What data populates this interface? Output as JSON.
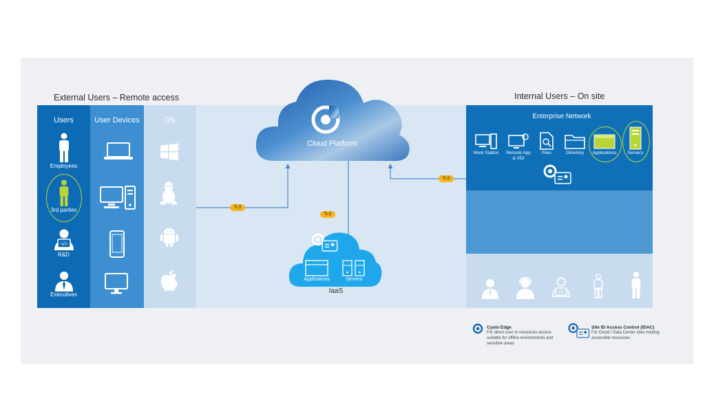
{
  "headings": {
    "external": "External Users – Remote access",
    "internal": "Internal Users – On site"
  },
  "columns": {
    "users": {
      "title": "Users",
      "items": [
        {
          "label": "Employees",
          "icon": "person-icon"
        },
        {
          "label": "3rd parties",
          "icon": "person-icon"
        },
        {
          "label": "R&D",
          "icon": "developer-icon"
        },
        {
          "label": "Executives",
          "icon": "executive-icon"
        }
      ]
    },
    "devices": {
      "title": "User Devices",
      "items": [
        "laptop-icon",
        "desktop-icon",
        "phone-icon",
        "monitor-icon"
      ]
    },
    "os": {
      "title": "OS",
      "items": [
        "windows-icon",
        "linux-icon",
        "android-icon",
        "apple-icon"
      ]
    }
  },
  "cloud": {
    "label": "Cloud Platform"
  },
  "iaas": {
    "label": "IaaS",
    "items": [
      {
        "label": "Applications",
        "icon": "application-window-icon"
      },
      {
        "label": "Servers",
        "icon": "server-rack-icon"
      }
    ]
  },
  "tls": {
    "label": "TLS"
  },
  "enterprise": {
    "title": "Enterprise Network",
    "items": [
      {
        "label": "Work Station",
        "icon": "workstation-icon"
      },
      {
        "label": "Remote App & VDI",
        "icon": "remote-app-icon"
      },
      {
        "label": "Files",
        "icon": "files-icon"
      },
      {
        "label": "Directory",
        "icon": "folder-icon"
      },
      {
        "label": "Applications",
        "icon": "application-window-icon"
      },
      {
        "label": "Servers",
        "icon": "server-icon"
      }
    ]
  },
  "internal_users": [
    "support-agent-icon",
    "headset-agent-icon",
    "developer-icon",
    "person-icon",
    "person-icon"
  ],
  "legend": [
    {
      "title": "Cyolo Edge",
      "text": "For direct user to resources access suitable  for offline environments and sensitive areas",
      "icon": "cyolo-edge-icon"
    },
    {
      "title": "Site ID Access Control (IDAC)",
      "text": "For Cloud / Data Center sites hosting accessible resources",
      "icon": "idac-icon"
    }
  ],
  "colors": {
    "users_col": "#0d6bb5",
    "devices_col": "#3d8fd1",
    "os_col": "#c9dcef",
    "enterprise": "#0f70b8",
    "iaas_cloud": "#1ea7ea",
    "tls_badge": "#f3b51d",
    "highlight": "#b7d538"
  }
}
